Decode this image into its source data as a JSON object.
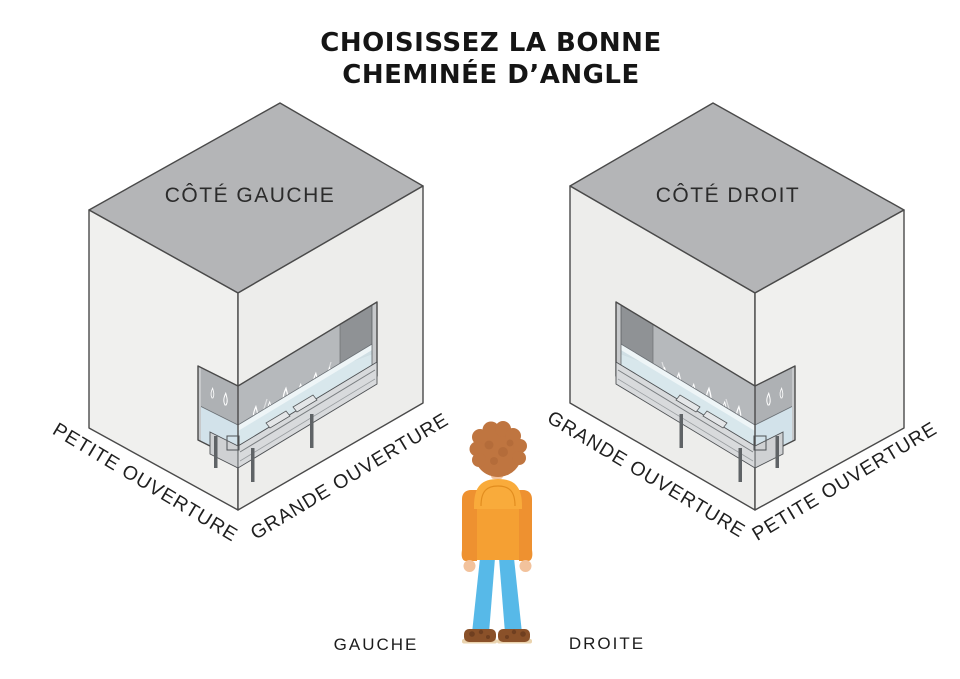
{
  "title": {
    "line1": "CHOISISSEZ LA BONNE",
    "line2": "CHEMINÉE D’ANGLE"
  },
  "left_fireplace": {
    "top_label": "CÔTÉ GAUCHE",
    "left_side_label": "PETITE OUVERTURE",
    "right_side_label": "GRANDE OUVERTURE"
  },
  "right_fireplace": {
    "top_label": "CÔTÉ DROIT",
    "left_side_label": "GRANDE OUVERTURE",
    "right_side_label": "PETITE OUVERTURE"
  },
  "viewer": {
    "left_label": "GAUCHE",
    "right_label": "DROITE"
  },
  "icons": {
    "person": "person-back-view"
  },
  "colors": {
    "background": "#ffffff",
    "box_top": "#b4b5b7",
    "box_side_left": "#f0f0ee",
    "box_side_right": "#ededeb",
    "outline": "#4a4a4a",
    "cavity_wall": "#b6b9bc",
    "cavity_dark_panel": "#8f9295",
    "glass": "#d5e5eb",
    "burner_tray": "#d8dadc",
    "flame": "#ffffff",
    "hair": "#bf7540",
    "hoodie": "#f5a033",
    "hood": "#f9ab3b",
    "sleeves": "#ee9130",
    "skin": "#f2c29c",
    "jeans": "#57b9e8",
    "shoes": "#8a5129",
    "text": "#1c1c1c"
  }
}
